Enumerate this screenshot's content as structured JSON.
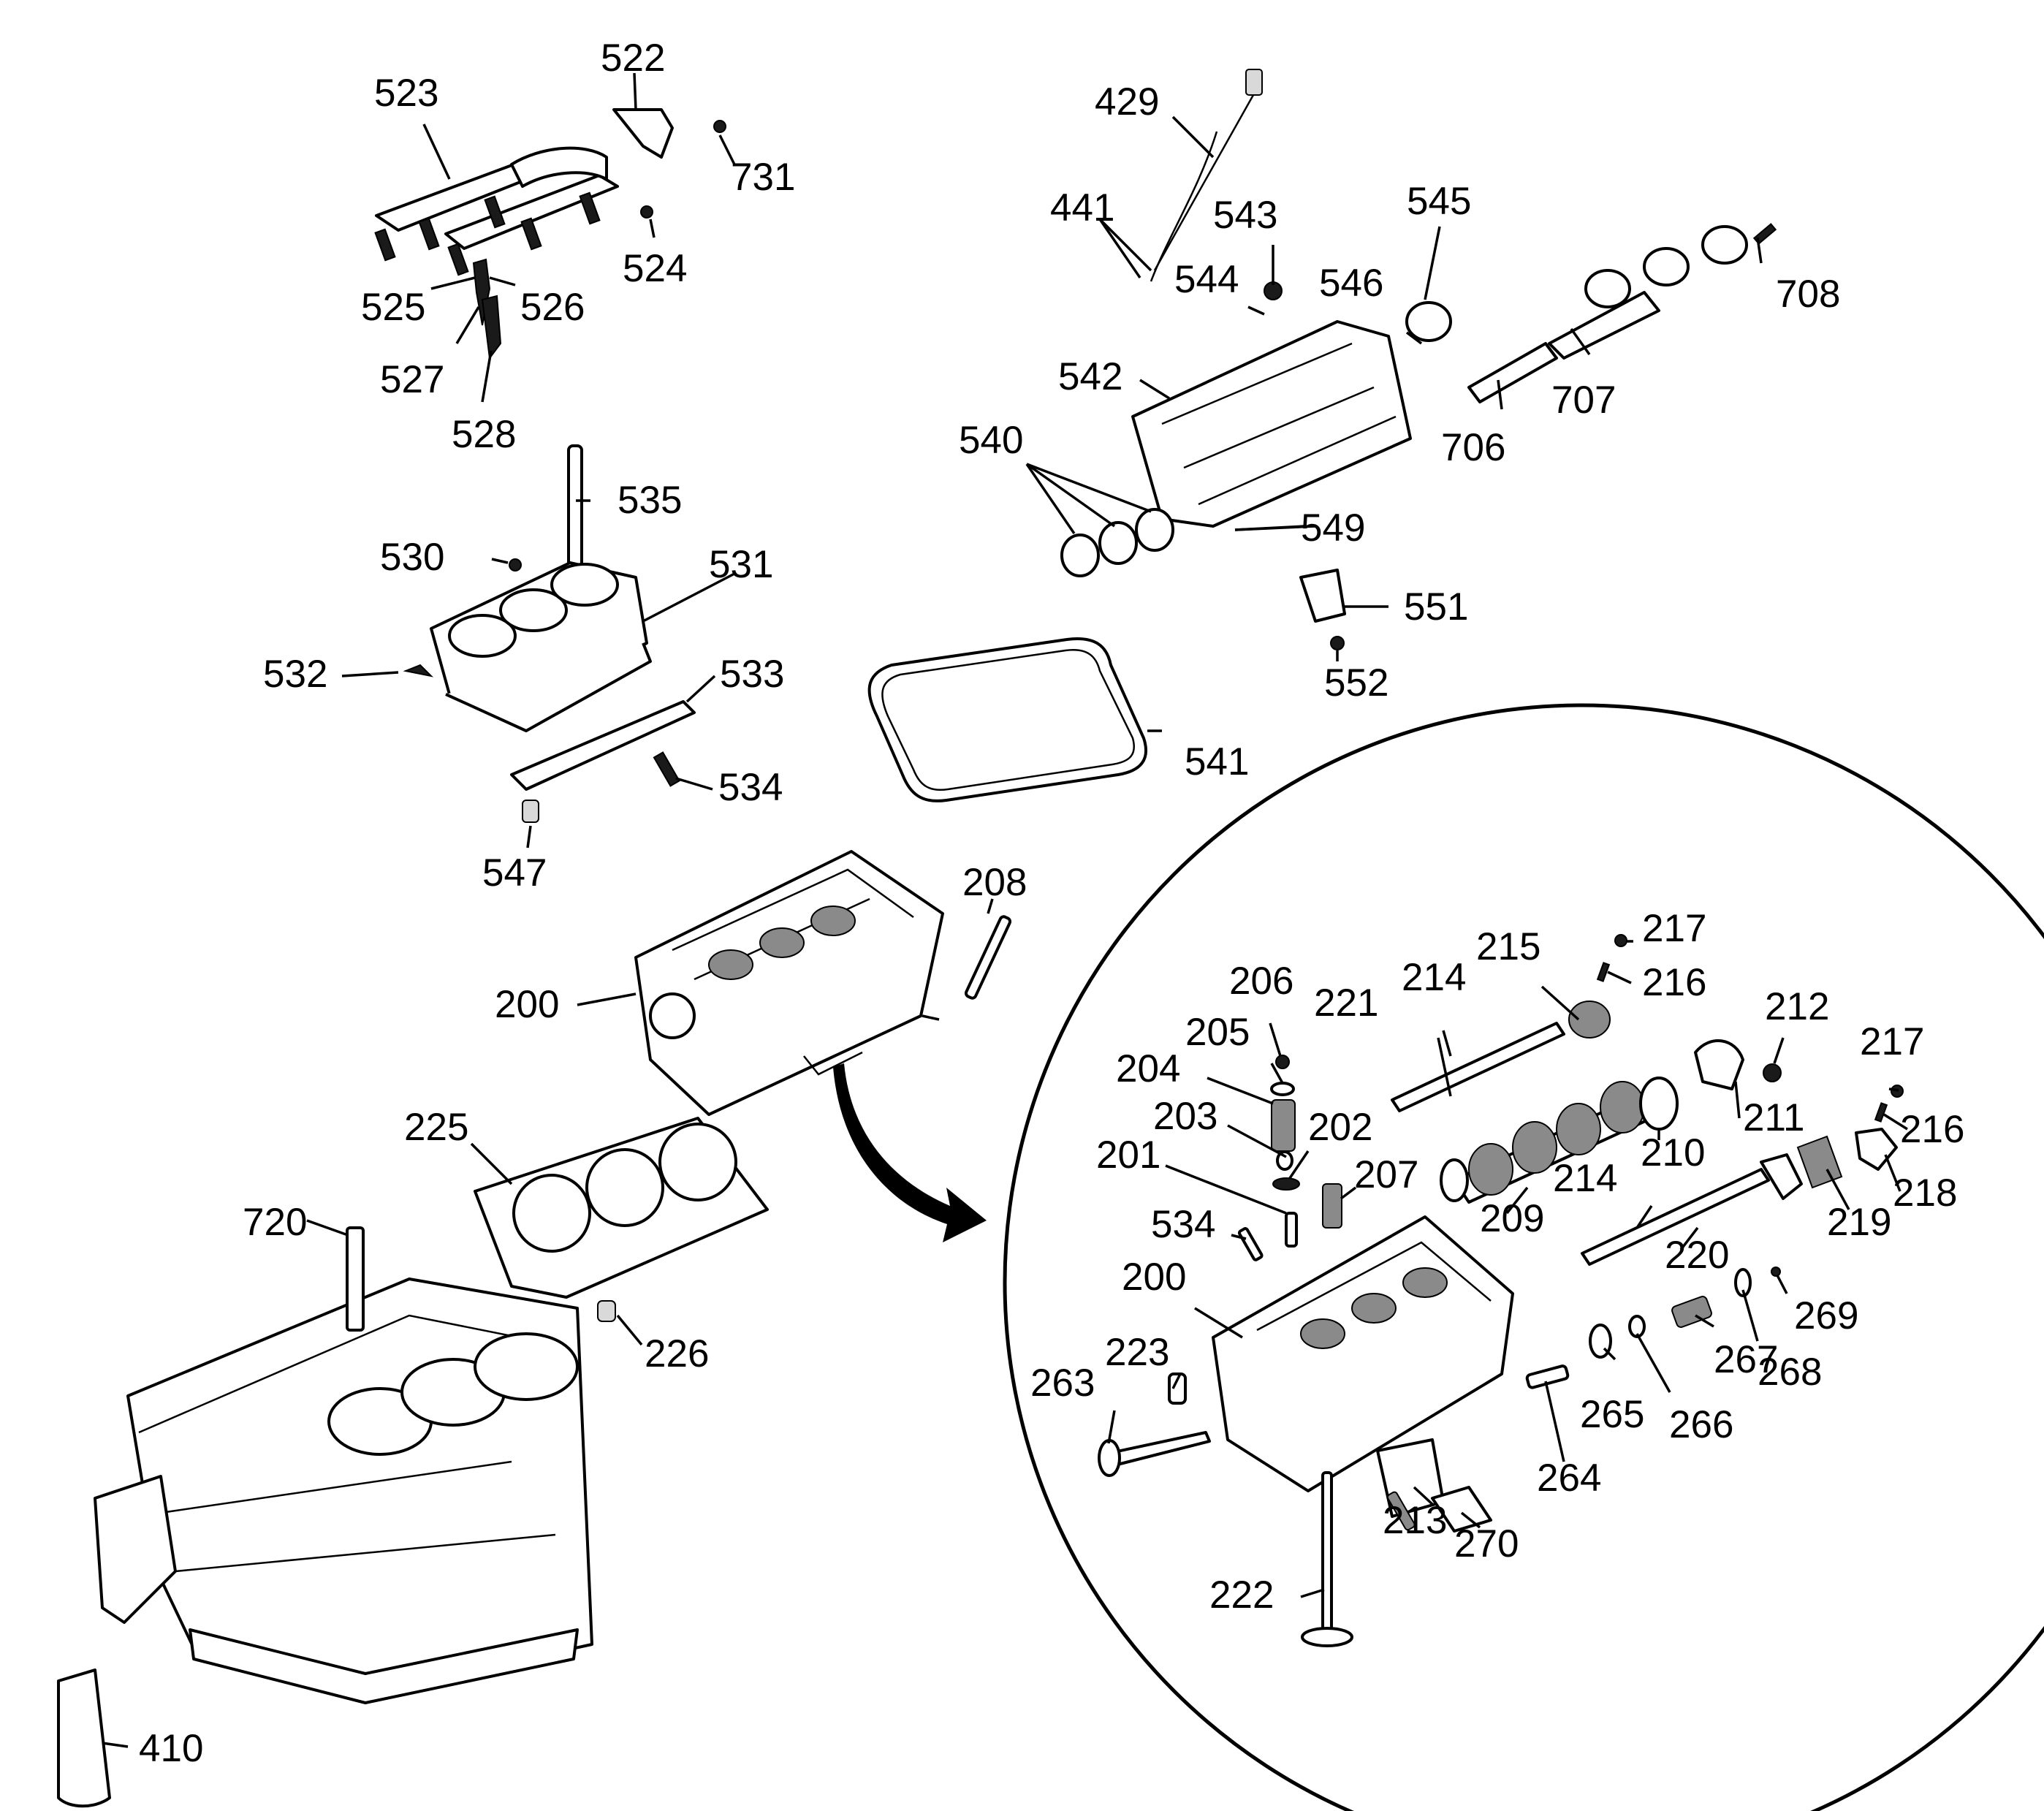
{
  "labels": {
    "l429": "429",
    "l441": "441",
    "l543": "543",
    "l545": "545",
    "l544": "544",
    "l546": "546",
    "l542": "542",
    "l708": "708",
    "l707": "707",
    "l706": "706",
    "l540": "540",
    "l549": "549",
    "l551": "551",
    "l552": "552",
    "l541": "541",
    "l523": "523",
    "l522": "522",
    "l731": "731",
    "l524": "524",
    "l525": "525",
    "l526": "526",
    "l527": "527",
    "l528": "528",
    "l535": "535",
    "l530": "530",
    "l531": "531",
    "l532": "532",
    "l533": "533",
    "l534": "534",
    "l547": "547",
    "l208": "208",
    "l200": "200",
    "l225": "225",
    "l226": "226",
    "l720": "720",
    "l410": "410",
    "d206": "206",
    "d205": "205",
    "d204": "204",
    "d203": "203",
    "d202": "202",
    "d201": "201",
    "d207": "207",
    "d534": "534",
    "d200": "200",
    "d223": "223",
    "d263": "263",
    "d222": "222",
    "d213": "213",
    "d270": "270",
    "d264": "264",
    "d265": "265",
    "d266": "266",
    "d267": "267",
    "d268": "268",
    "d269": "269",
    "d220": "220",
    "d214b": "214",
    "d209": "209",
    "d210": "210",
    "d211": "211",
    "d212": "212",
    "d215": "215",
    "d214a": "214",
    "d221": "221",
    "d217a": "217",
    "d216a": "216",
    "d217b": "217",
    "d216b": "216",
    "d218": "218",
    "d219": "219"
  }
}
